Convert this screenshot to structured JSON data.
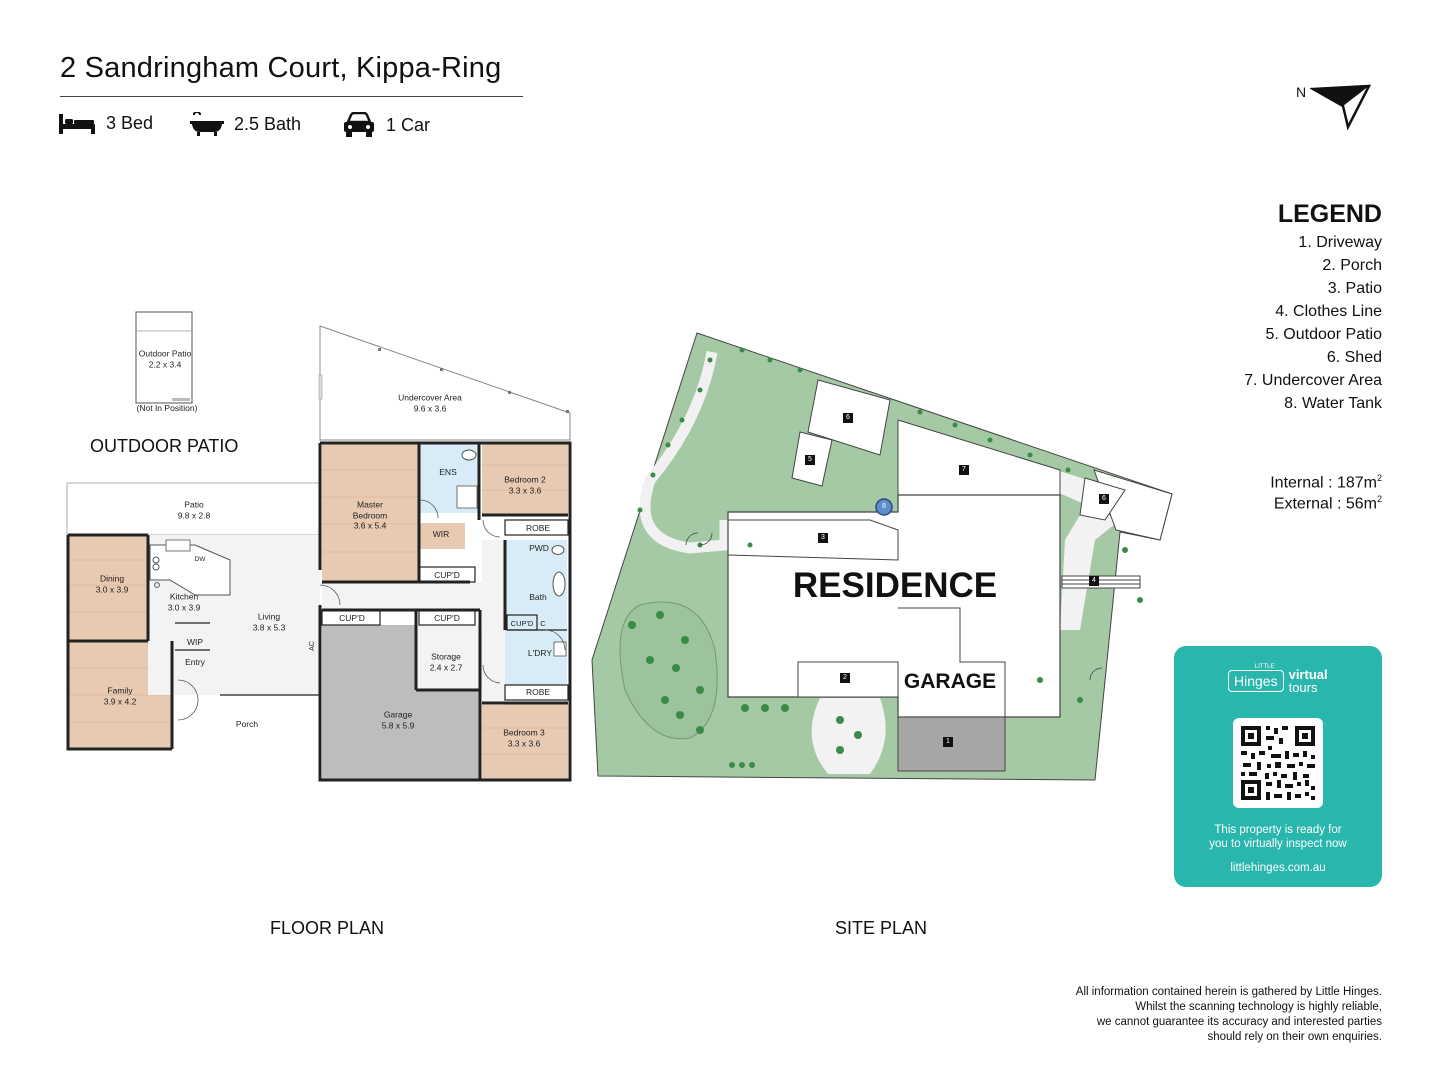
{
  "header": {
    "address": "2 Sandringham Court, Kippa-Ring",
    "beds": "3 Bed",
    "baths": "2.5 Bath",
    "cars": "1 Car"
  },
  "compass": {
    "label": "N"
  },
  "legend": {
    "title": "LEGEND",
    "items": [
      "1. Driveway",
      "2. Porch",
      "3. Patio",
      "4. Clothes Line",
      "5. Outdoor Patio",
      "6. Shed",
      "7. Undercover Area",
      "8. Water Tank"
    ]
  },
  "areas": {
    "internal_label": "Internal",
    "internal_value": ": 187m",
    "external_label": "External",
    "external_value": ":   56m",
    "unit_sup": "2"
  },
  "floor_plan": {
    "label": "FLOOR PLAN",
    "outdoor_patio_heading": "OUTDOOR PATIO",
    "rooms": [
      {
        "id": "outdoor-patio",
        "lines": [
          "Outdoor Patio",
          "2.2 x 3.4"
        ]
      },
      {
        "id": "not-in-position",
        "lines": [
          "(Not In Position)"
        ]
      },
      {
        "id": "undercover",
        "lines": [
          "Undercover Area",
          "9.6 x 3.6"
        ]
      },
      {
        "id": "patio",
        "lines": [
          "Patio",
          "9.8 x 2.8"
        ]
      },
      {
        "id": "master",
        "lines": [
          "Master",
          "Bedroom",
          "3.6 x 5.4"
        ]
      },
      {
        "id": "ens",
        "lines": [
          "ENS"
        ]
      },
      {
        "id": "wir",
        "lines": [
          "WIR"
        ]
      },
      {
        "id": "bed2",
        "lines": [
          "Bedroom 2",
          "3.3 x 3.6"
        ]
      },
      {
        "id": "robe1",
        "lines": [
          "ROBE"
        ]
      },
      {
        "id": "pwd",
        "lines": [
          "PWD"
        ]
      },
      {
        "id": "cupd-master",
        "lines": [
          "CUP'D"
        ]
      },
      {
        "id": "dining",
        "lines": [
          "Dining",
          "3.0 x 3.9"
        ]
      },
      {
        "id": "kitchen",
        "lines": [
          "Kitchen",
          "3.0 x 3.9"
        ]
      },
      {
        "id": "dw",
        "lines": [
          "DW"
        ]
      },
      {
        "id": "living",
        "lines": [
          "Living",
          "3.8 x 5.3"
        ]
      },
      {
        "id": "ac",
        "lines": [
          "AC"
        ]
      },
      {
        "id": "wip",
        "lines": [
          "WIP"
        ]
      },
      {
        "id": "entry",
        "lines": [
          "Entry"
        ]
      },
      {
        "id": "family",
        "lines": [
          "Family",
          "3.9 x 4.2"
        ]
      },
      {
        "id": "porch",
        "lines": [
          "Porch"
        ]
      },
      {
        "id": "cupd-garage",
        "lines": [
          "CUP'D"
        ]
      },
      {
        "id": "cupd-storage",
        "lines": [
          "CUP'D"
        ]
      },
      {
        "id": "garage",
        "lines": [
          "Garage",
          "5.8 x 5.9"
        ]
      },
      {
        "id": "storage",
        "lines": [
          "Storage",
          "2.4 x 2.7"
        ]
      },
      {
        "id": "bath",
        "lines": [
          "Bath"
        ]
      },
      {
        "id": "cupd-bath",
        "lines": [
          "CUP'D"
        ]
      },
      {
        "id": "c",
        "lines": [
          "C"
        ]
      },
      {
        "id": "ldry",
        "lines": [
          "L'DRY"
        ]
      },
      {
        "id": "robe2",
        "lines": [
          "ROBE"
        ]
      },
      {
        "id": "bed3",
        "lines": [
          "Bedroom 3",
          "3.3 x 3.6"
        ]
      }
    ]
  },
  "site_plan": {
    "label": "SITE PLAN",
    "residence": "RESIDENCE",
    "garage": "GARAGE",
    "markers": [
      "1",
      "2",
      "3",
      "4",
      "5",
      "6",
      "6",
      "7",
      "8"
    ]
  },
  "promo": {
    "brand_small": "LITTLE",
    "brand": "Hinges",
    "virtual": "virtual",
    "tours": "tours",
    "text_line1": "This property is ready for",
    "text_line2": "you to virtually inspect now",
    "url": "littlehinges.com.au"
  },
  "disclaimer": [
    "All information contained herein is gathered by Little Hinges.",
    "Whilst the scanning technology is highly reliable,",
    "we cannot guarantee its accuracy and interested parties",
    "should rely on their own enquiries."
  ],
  "colors": {
    "bedroom_wood": "#e8c9b1",
    "wet_area": "#d7ecf7",
    "garage_grey": "#bdbdbd",
    "lawn": "#a5c9a4",
    "promo_teal": "#29b7ad"
  }
}
